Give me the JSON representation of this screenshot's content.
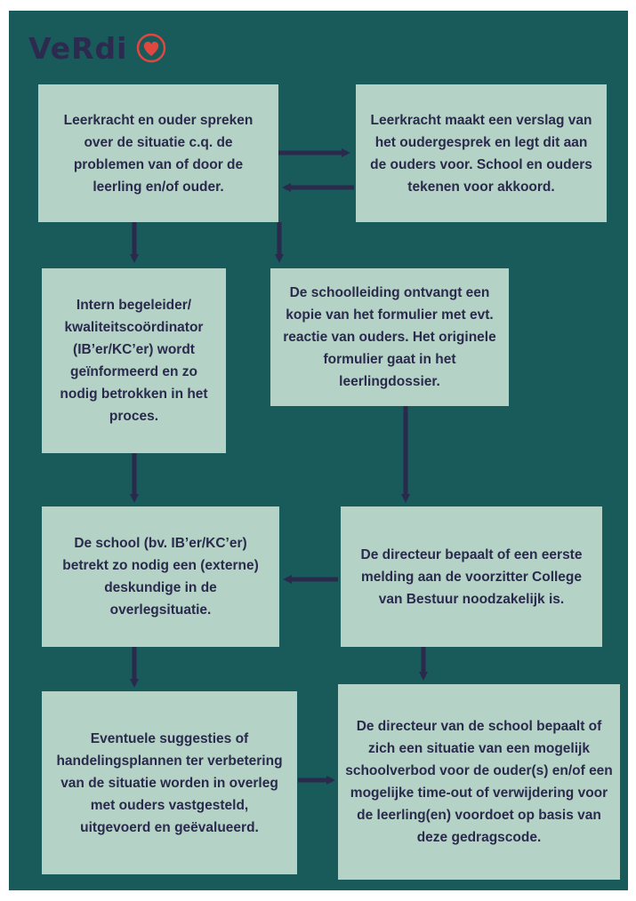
{
  "logo": {
    "text": "VeRdi",
    "icon": "heart-icon",
    "brand_color": "#2c2a4e",
    "accent_color": "#e2473f"
  },
  "colors": {
    "background": "#195a5b",
    "box": "#b5d2c6",
    "text_and_arrows": "#2a2a4c"
  },
  "boxes": {
    "b1": "Leerkracht en ouder spreken over de situatie c.q. de problemen van of door de leerling en/of ouder.",
    "b2": "Leerkracht maakt een verslag van het oudergesprek en legt dit aan de ouders voor. School en ouders tekenen voor akkoord.",
    "b3": "Intern begeleider/ kwaliteitscoördinator (IB’er/KC’er) wordt geïnformeerd en zo nodig betrokken in het proces.",
    "b4": "De schoolleiding ontvangt een kopie van het formulier met evt. reactie van ouders. Het originele formulier gaat in het leerlingdossier.",
    "b5": "De school (bv. IB’er/KC’er) betrekt zo nodig een (externe) deskundige in de overlegsituatie.",
    "b6": "De directeur bepaalt of een eerste melding aan de voorzitter College van Bestuur noodzakelijk is.",
    "b7": "Eventuele suggesties of handelingsplannen ter verbetering van de situatie worden in overleg met ouders vastgesteld, uitgevoerd en geëvalueerd.",
    "b8": "De directeur van de school bepaalt of zich een situatie van een mogelijk schoolverbod voor de ouder(s) en/of een mogelijke time-out of verwijdering voor de leerling(en) voordoet op basis van deze gedragscode."
  }
}
